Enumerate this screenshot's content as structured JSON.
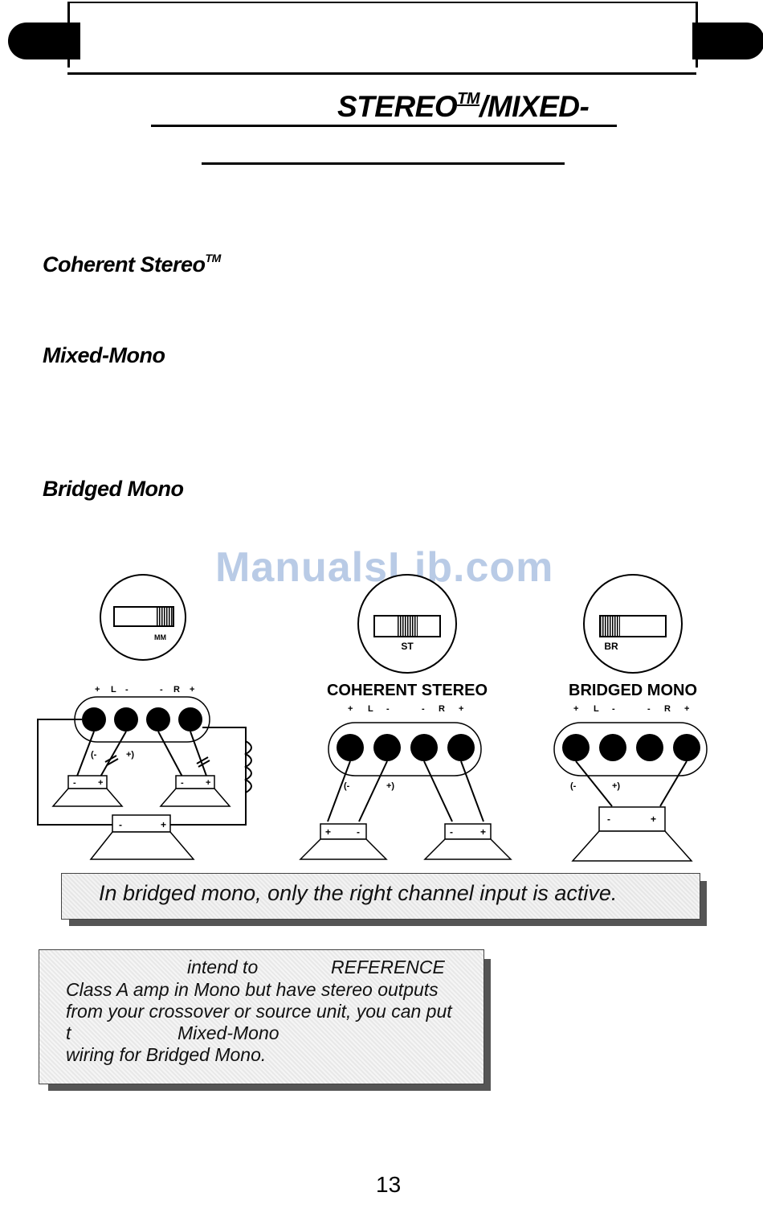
{
  "title": {
    "main": "STEREO",
    "tm": "TM",
    "suffix": "/MIXED-"
  },
  "sections": {
    "coherent": {
      "label": "Coherent Stereo",
      "tm": "TM"
    },
    "mixed": {
      "label": "Mixed-Mono"
    },
    "bridged": {
      "label": "Bridged Mono"
    }
  },
  "watermark": "ManualsLib.com",
  "diagram": {
    "switches": {
      "mm": "MM",
      "st": "ST",
      "br": "BR"
    },
    "labels": {
      "coherent": "COHERENT STEREO",
      "bridged": "BRIDGED MONO"
    },
    "terminal_labels": {
      "plus": "+",
      "l": "L",
      "minus": "-",
      "r": "R"
    },
    "polarity": {
      "open_neg": "(-",
      "close_pos": "+)",
      "open_neg_only": "(-"
    }
  },
  "note1": "In bridged mono, only the right channel input is active.",
  "note2": {
    "line1_a": "intend to",
    "line1_b": "REFERENCE",
    "line2": "Class A amp in Mono but have stereo outputs",
    "line3": "from your crossover or source unit, you can put",
    "line4_a": "t",
    "line4_b": "Mixed-Mono",
    "line5": "wiring for Bridged Mono."
  },
  "page_number": "13"
}
